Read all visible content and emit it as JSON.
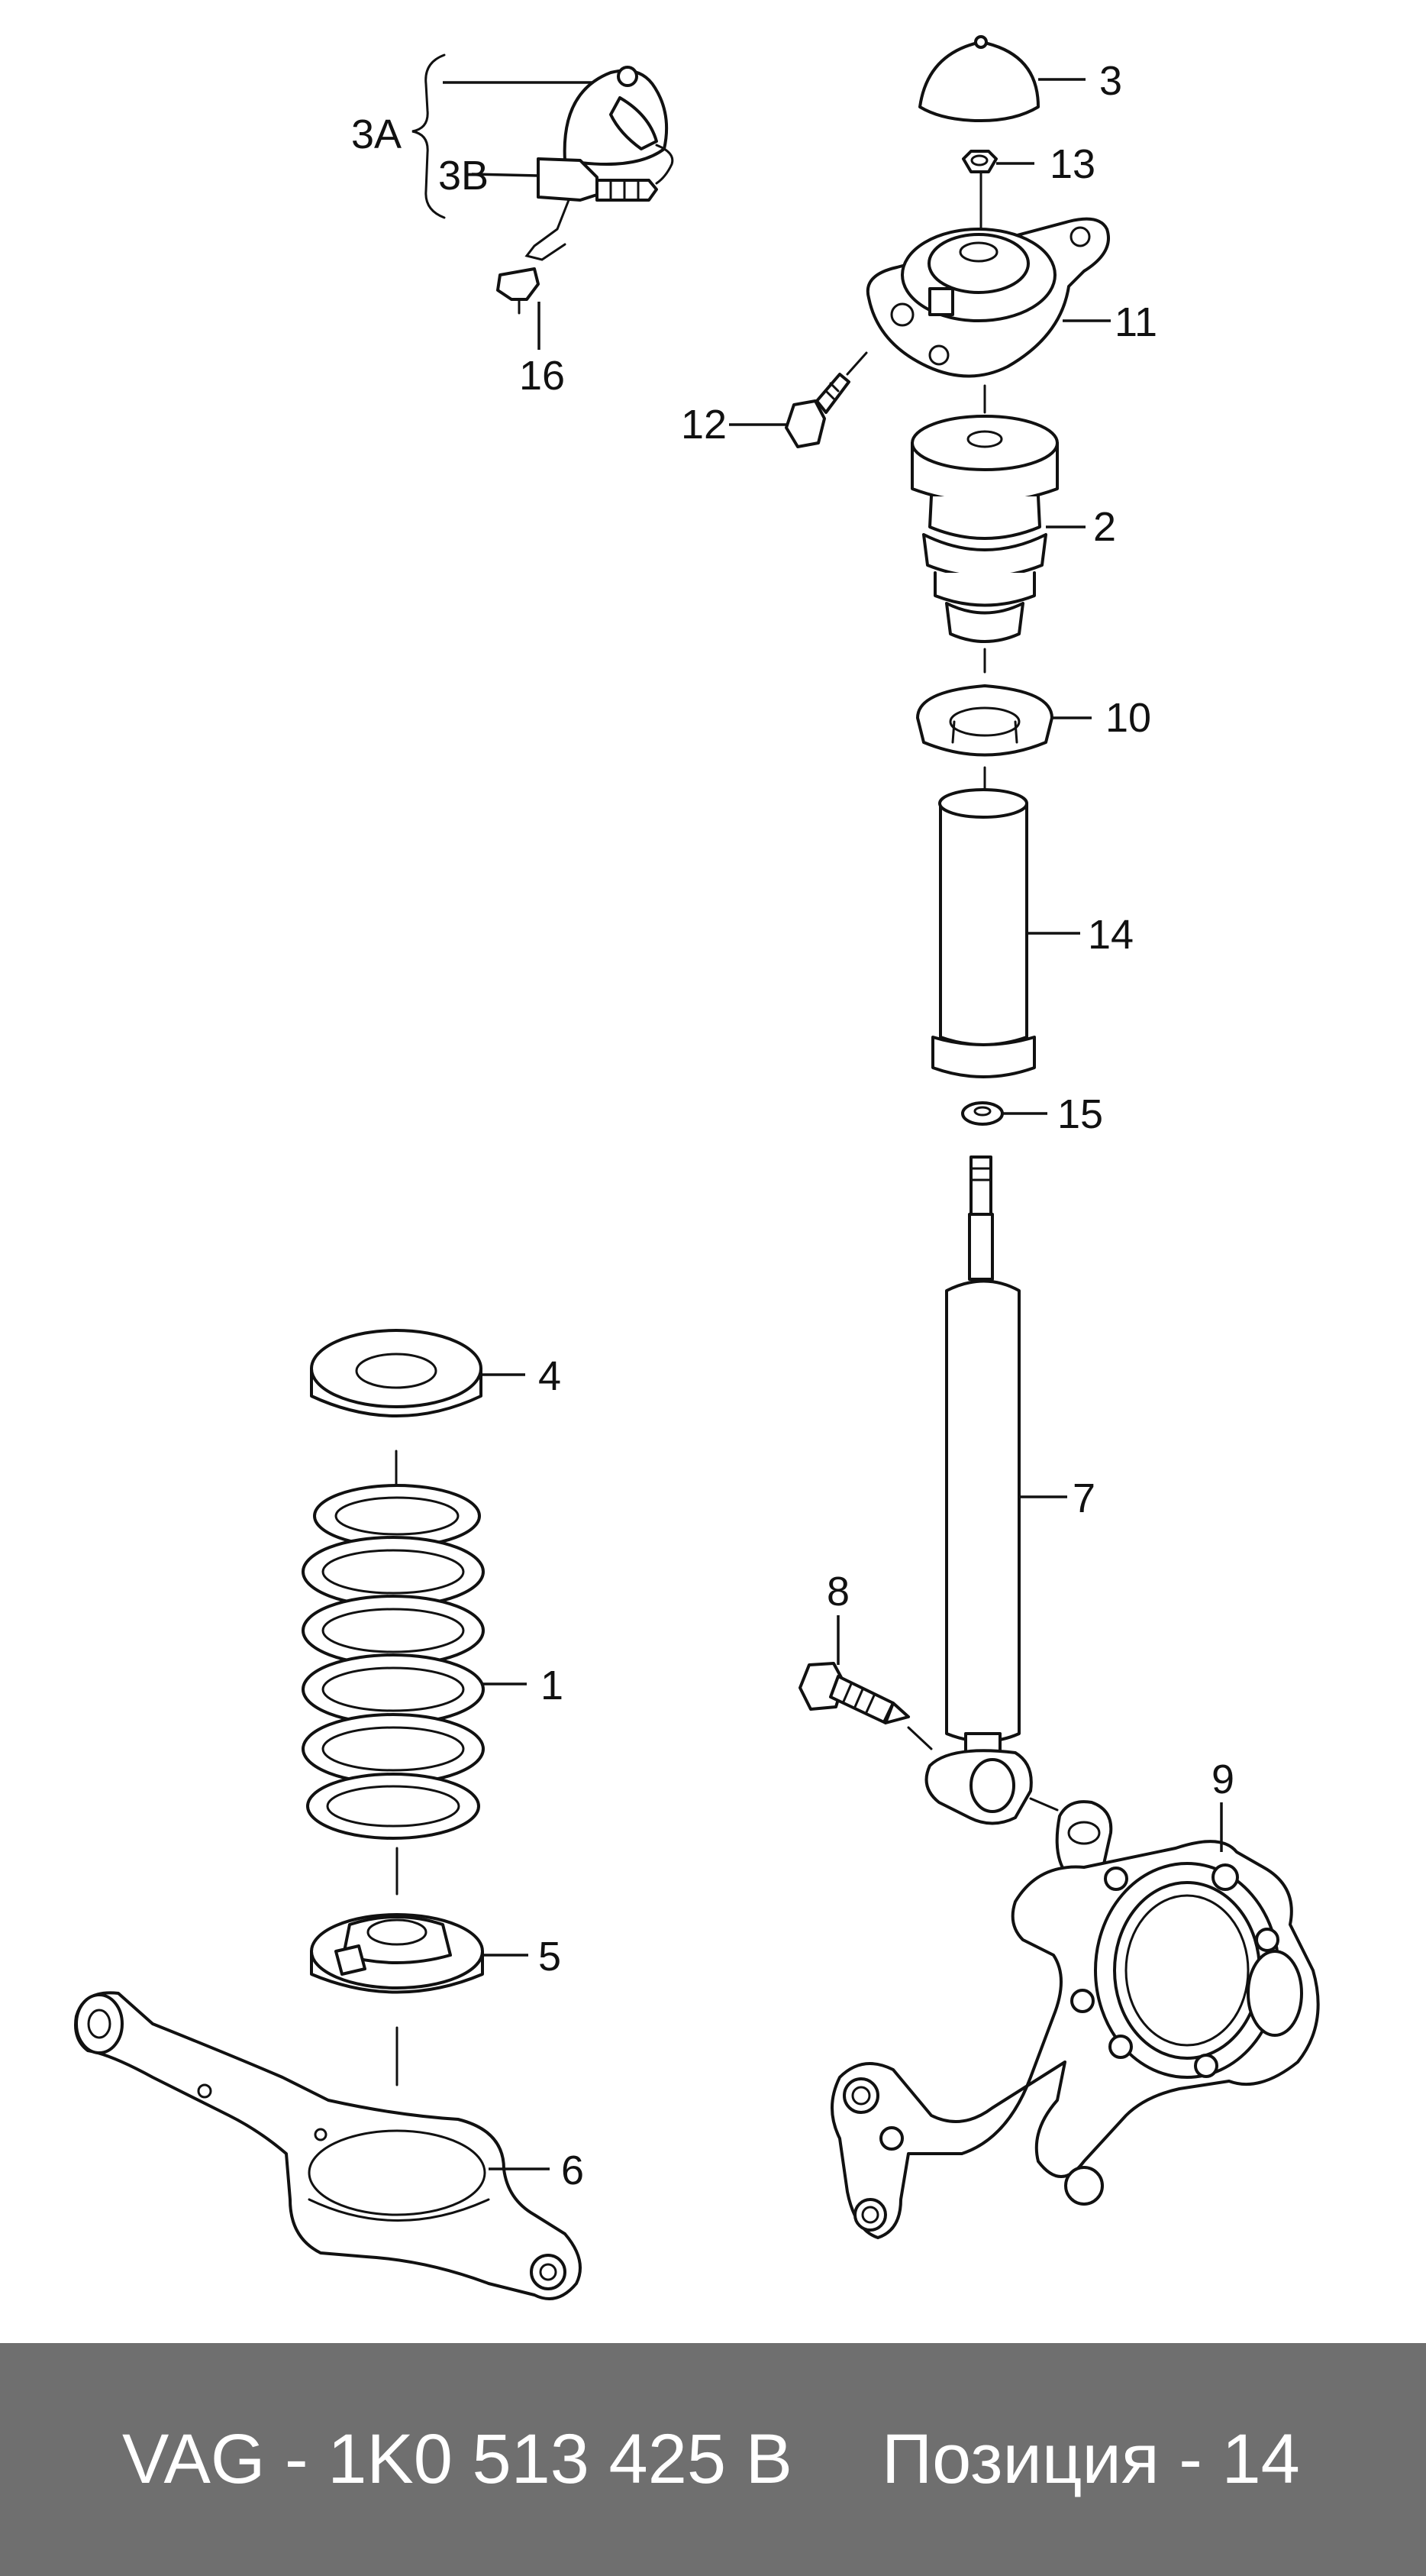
{
  "callouts": {
    "c3": "3",
    "c13": "13",
    "c11": "11",
    "c12": "12",
    "c2": "2",
    "c10": "10",
    "c14": "14",
    "c15": "15",
    "c7": "7",
    "c8": "8",
    "c9": "9",
    "c4": "4",
    "c1": "1",
    "c5": "5",
    "c6": "6",
    "c3a": "3A",
    "c3b": "3B",
    "c16": "16"
  },
  "footer": {
    "part_number": "VAG - 1K0 513 425 B",
    "position": "Позиция - 14"
  },
  "colors": {
    "footer_bg": "#6f6f6f",
    "footer_text": "#ffffff",
    "line": "#111111"
  }
}
